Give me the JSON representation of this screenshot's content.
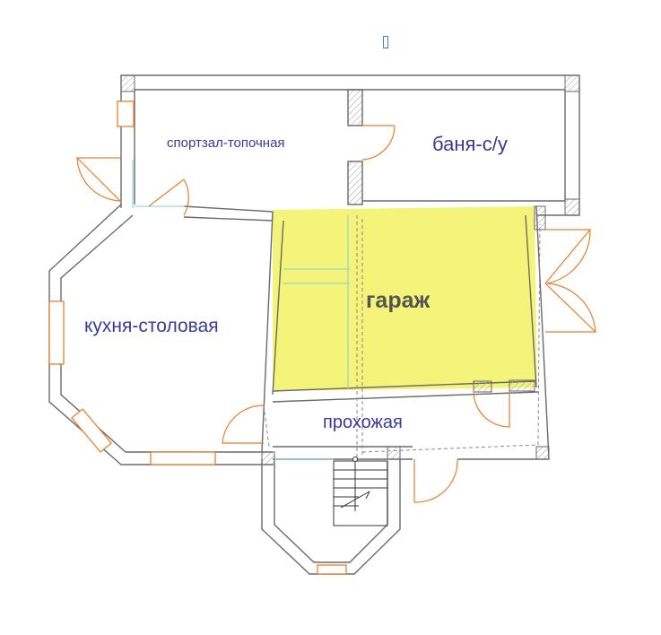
{
  "rooms": {
    "gym": "спортзал-топочная",
    "bath": "баня-с/у",
    "kitchen": "кухня-столовая",
    "garage": "гараж",
    "hall": "прохожая"
  },
  "colors": {
    "wall": "#6a6a6a",
    "garage_fill": "#f4f47a",
    "door": "#e87f2a",
    "label": "#3a3a9a",
    "guide": "#7fd6c8"
  }
}
